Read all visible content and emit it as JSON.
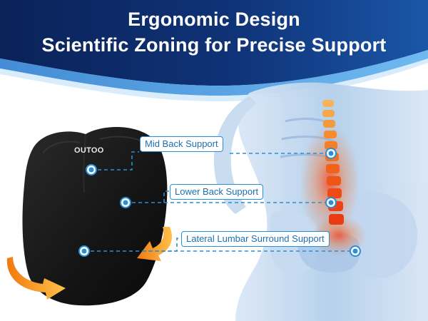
{
  "headline": {
    "line1": "Ergonomic Design",
    "line2": "Scientific Zoning for Precise Support"
  },
  "brand_logo": "OUTOO",
  "callouts": [
    {
      "id": "mid-back",
      "label": "Mid Back Support"
    },
    {
      "id": "lower-back",
      "label": "Lower Back Support"
    },
    {
      "id": "lateral-lumbar",
      "label": "Lateral Lumbar Surround Support"
    }
  ],
  "colors": {
    "banner_dark": "#0b2a63",
    "banner_mid": "#1d5fb4",
    "banner_light": "#4aa3e6",
    "accent_line": "#2a8fd6",
    "callout_text": "#1d6fb0",
    "pillow": "#161616",
    "arrow_orange": "#f39a1e",
    "spine_glow": "#ff6a1a",
    "body_blue": "#a9c8e8"
  },
  "icons": [
    "rotate-arrow-left-icon",
    "rotate-arrow-right-icon",
    "marker-dot-icon"
  ]
}
